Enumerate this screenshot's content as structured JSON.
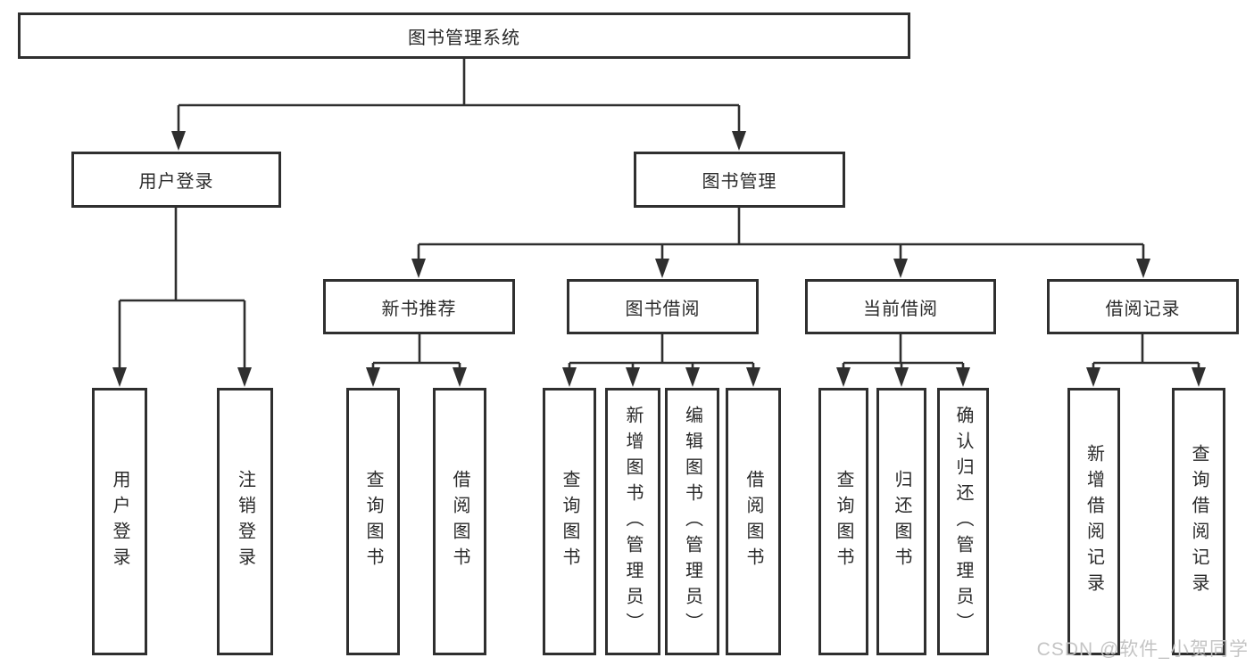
{
  "diagram": {
    "root": {
      "label": "图书管理系统"
    },
    "branches": [
      {
        "label": "用户登录",
        "children": [
          {
            "label": "用户登录"
          },
          {
            "label": "注销登录"
          }
        ]
      },
      {
        "label": "图书管理",
        "children": [
          {
            "label": "新书推荐",
            "children": [
              {
                "label": "查询图书"
              },
              {
                "label": "借阅图书"
              }
            ]
          },
          {
            "label": "图书借阅",
            "children": [
              {
                "label": "查询图书"
              },
              {
                "label": "新增图书（管理员）"
              },
              {
                "label": "编辑图书（管理员）"
              },
              {
                "label": "借阅图书"
              }
            ]
          },
          {
            "label": "当前借阅",
            "children": [
              {
                "label": "查询图书"
              },
              {
                "label": "归还图书"
              },
              {
                "label": "确认归还（管理员）"
              }
            ]
          },
          {
            "label": "借阅记录",
            "children": [
              {
                "label": "新增借阅记录"
              },
              {
                "label": "查询借阅记录"
              }
            ]
          }
        ]
      }
    ]
  },
  "watermark": {
    "text": "CSDN @软件_小贺同学"
  },
  "colors": {
    "line": "#2f2f2f",
    "text": "#2a2a2a",
    "watermark": "#c4c4c4",
    "background": "#ffffff"
  }
}
